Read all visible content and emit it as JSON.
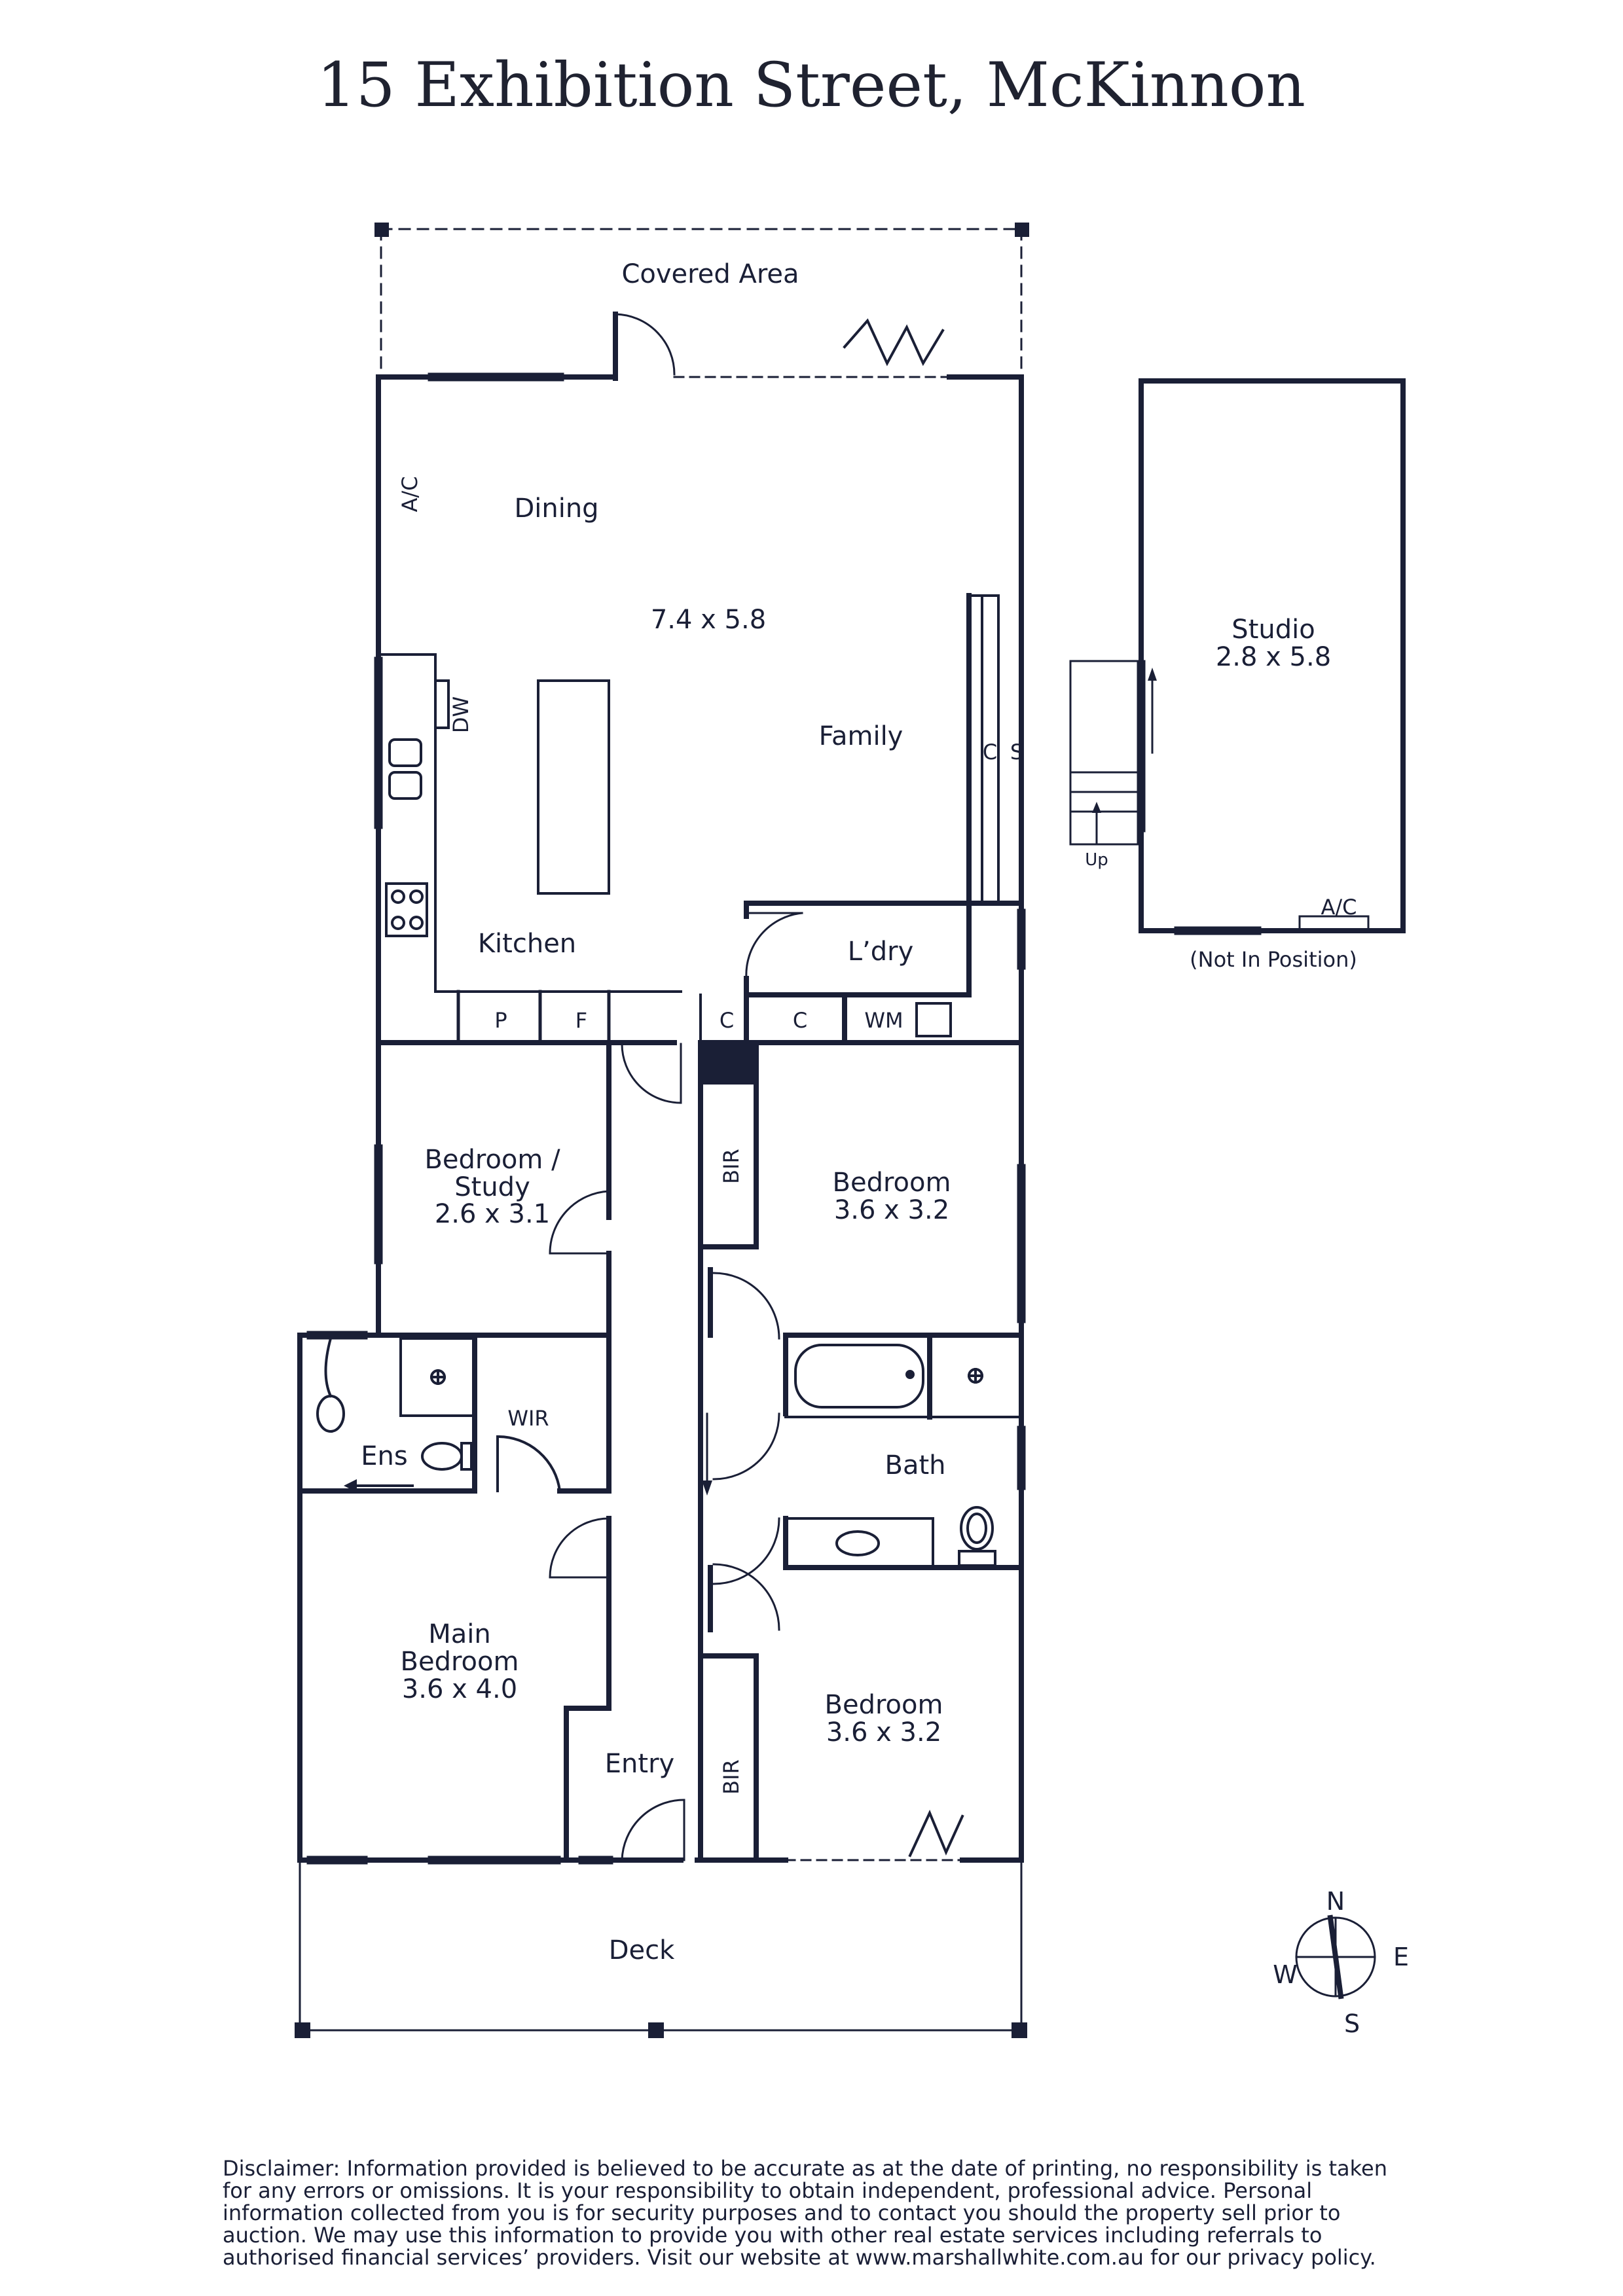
{
  "title": "15 Exhibition Street, McKinnon",
  "rooms": {
    "covered_area": "Covered Area",
    "dining": "Dining",
    "living_size": "7.4 x 5.8",
    "family": "Family",
    "kitchen": "Kitchen",
    "laundry": "L’dry",
    "bedroom_study_line1": "Bedroom /",
    "bedroom_study_line2": "Study",
    "bedroom_study_size": "2.6 x 3.1",
    "bedroom2": "Bedroom",
    "bedroom2_size": "3.6 x 3.2",
    "ensuite": "Ens",
    "wir": "WIR",
    "bath": "Bath",
    "main_bedroom_line1": "Main",
    "main_bedroom_line2": "Bedroom",
    "main_bedroom_size": "3.6 x 4.0",
    "entry": "Entry",
    "bedroom3": "Bedroom",
    "bedroom3_size": "3.6 x 3.2",
    "deck": "Deck",
    "studio": "Studio",
    "studio_size": "2.8 x 5.8",
    "studio_note": "(Not In Position)"
  },
  "fixtures": {
    "ac": "A/C",
    "dw": "DW",
    "pantry": "P",
    "fridge": "F",
    "cupboard": "C",
    "cupboard_short": "C",
    "cupboard2": "C",
    "shelves": "S",
    "wm": "WM",
    "bir": "BIR",
    "bir2": "BIR",
    "studio_ac": "A/C",
    "up": "Up"
  },
  "compass": {
    "n": "N",
    "e": "E",
    "s": "S",
    "w": "W"
  },
  "disclaimer": "Disclaimer: Information provided is believed to be accurate as at the date of printing, no responsibility is taken for any errors or omissions. It is your responsibility to obtain independent, professional advice. Personal information collected from you is for security purposes and to contact you should the property sell prior to auction. We may use this information to provide you with other real estate services including referrals to authorised financial services’ providers. Visit our website at www.marshallwhite.com.au for our privacy policy.",
  "colors": {
    "ink": "#1a1f36"
  }
}
